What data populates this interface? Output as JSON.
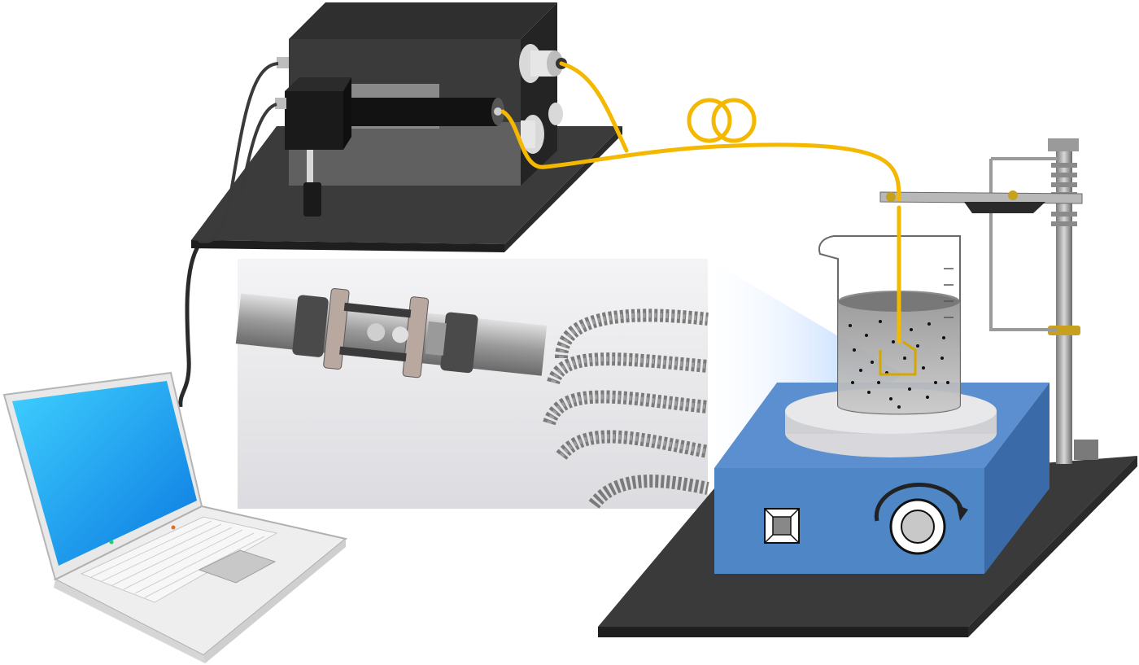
{
  "diagram": {
    "components": [
      {
        "id": "laptop",
        "icon": "laptop-icon"
      },
      {
        "id": "spectrometer",
        "icon": "spectrometer-box-icon"
      },
      {
        "id": "optical-fiber",
        "icon": "fiber-cable-icon",
        "color": "#f5b800"
      },
      {
        "id": "fiber-probe-inset",
        "icon": "fiber-connector-icon"
      },
      {
        "id": "beaker",
        "icon": "beaker-icon"
      },
      {
        "id": "magnetic-stirrer",
        "icon": "stirrer-icon",
        "color": "#4f86c6"
      },
      {
        "id": "retort-stand",
        "icon": "clamp-stand-icon"
      }
    ],
    "colors": {
      "fiber": "#f5b800",
      "stirrer": "#4f86c6",
      "platform": "#3a3a3a",
      "screen": "#1e9cf0",
      "liquid": "#9a9a9a"
    }
  }
}
